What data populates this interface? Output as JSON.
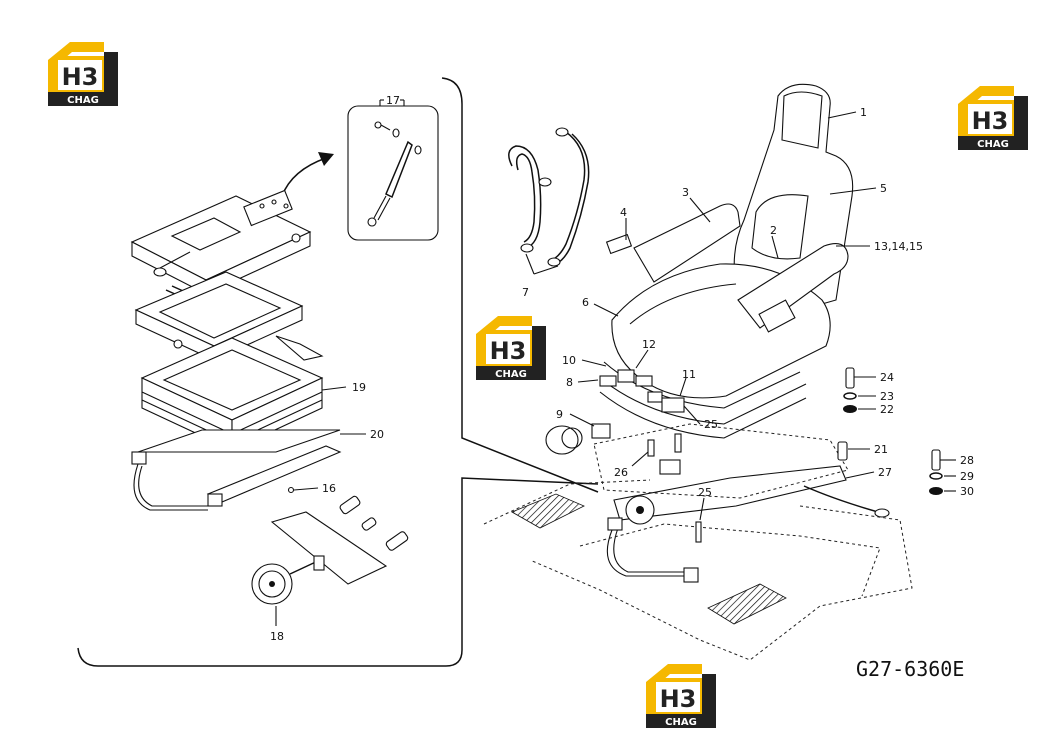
{
  "drawing_code": "G27-6360E",
  "logo": {
    "top": "H3",
    "bottom": "CHAG",
    "accent": "#f5b800",
    "dark": "#222222"
  },
  "labels": {
    "p1": "1",
    "p2": "2",
    "p3": "3",
    "p4": "4",
    "p5": "5",
    "p6": "6",
    "p7": "7",
    "p8": "8",
    "p9": "9",
    "p10": "10",
    "p11": "11",
    "p12": "12",
    "p13": "13,14,15",
    "p16": "16",
    "p17": "17",
    "p18": "18",
    "p19": "19",
    "p20": "20",
    "p21": "21",
    "p22": "22",
    "p23": "23",
    "p24": "24",
    "p25a": "25",
    "p25b": "25",
    "p26": "26",
    "p27": "27",
    "p28": "28",
    "p29": "29",
    "p30": "30"
  }
}
